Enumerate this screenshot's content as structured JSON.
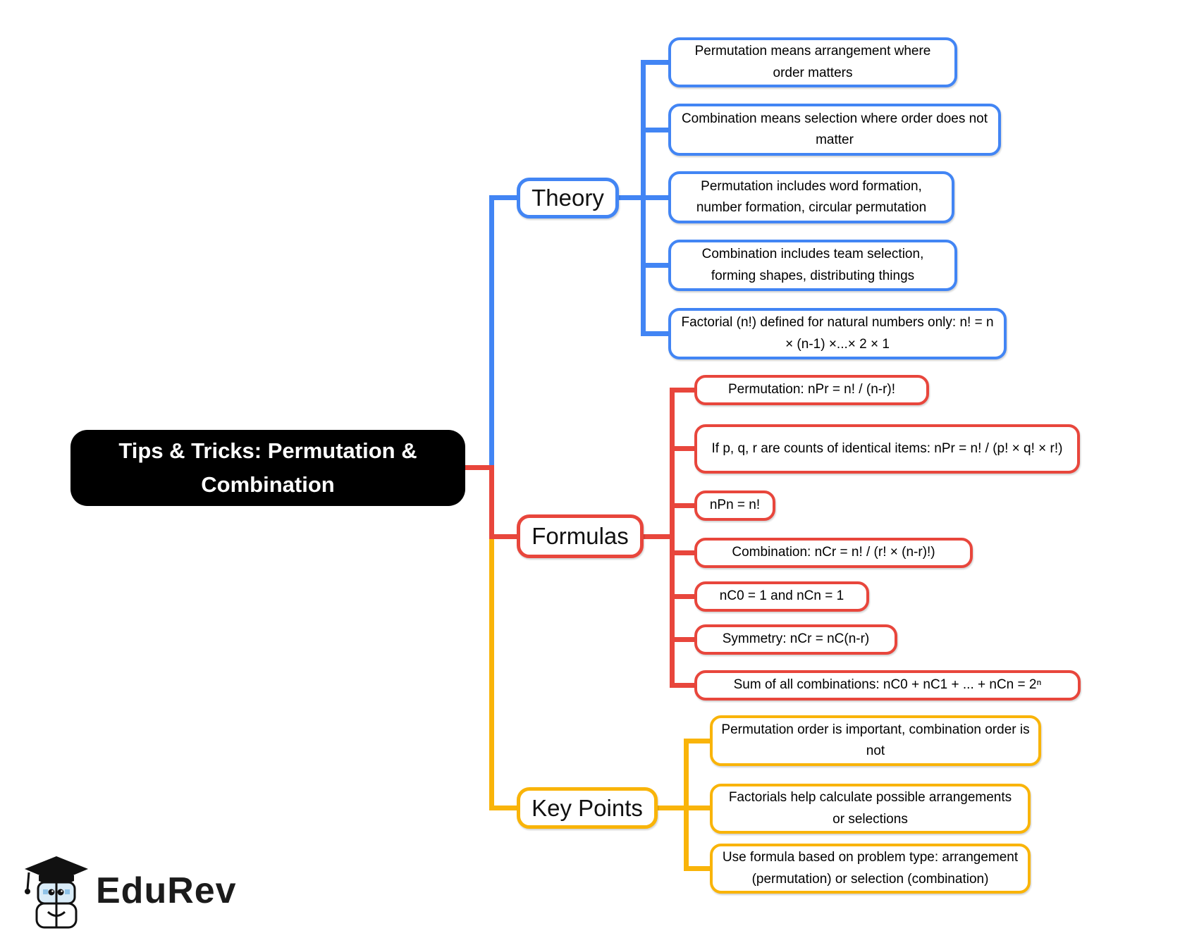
{
  "title": "Tips & Tricks: Permutation & Combination",
  "colors": {
    "theory": "#4285F4",
    "formulas": "#E8463C",
    "key_points": "#F9B409",
    "root_bg": "#000000"
  },
  "branches": [
    {
      "label": "Theory",
      "color": "#4285F4",
      "leaves": [
        "Permutation means arrangement where order matters",
        "Combination means selection where order does not matter",
        "Permutation includes word formation, number formation, circular permutation",
        "Combination includes team selection, forming shapes, distributing things",
        "Factorial (n!) defined for natural numbers only: n! = n × (n-1) ×...× 2 × 1"
      ]
    },
    {
      "label": "Formulas",
      "color": "#E8463C",
      "leaves": [
        "Permutation: nPr = n! / (n-r)!",
        "If p, q, r are counts of identical items: nPr = n! / (p! × q! × r!)",
        "nPn = n!",
        "Combination: nCr = n! / (r! × (n-r)!)",
        "nC0 = 1 and nCn = 1",
        "Symmetry: nCr = nC(n-r)",
        "Sum of all combinations: nC0 + nC1 + ... + nCn = 2ⁿ"
      ]
    },
    {
      "label": "Key Points",
      "color": "#F9B409",
      "leaves": [
        "Permutation order is important, combination order is not",
        "Factorials help calculate possible arrangements or selections",
        "Use formula based on problem type: arrangement (permutation) or selection (combination)"
      ]
    }
  ],
  "logo": {
    "brand": "EduRev"
  }
}
